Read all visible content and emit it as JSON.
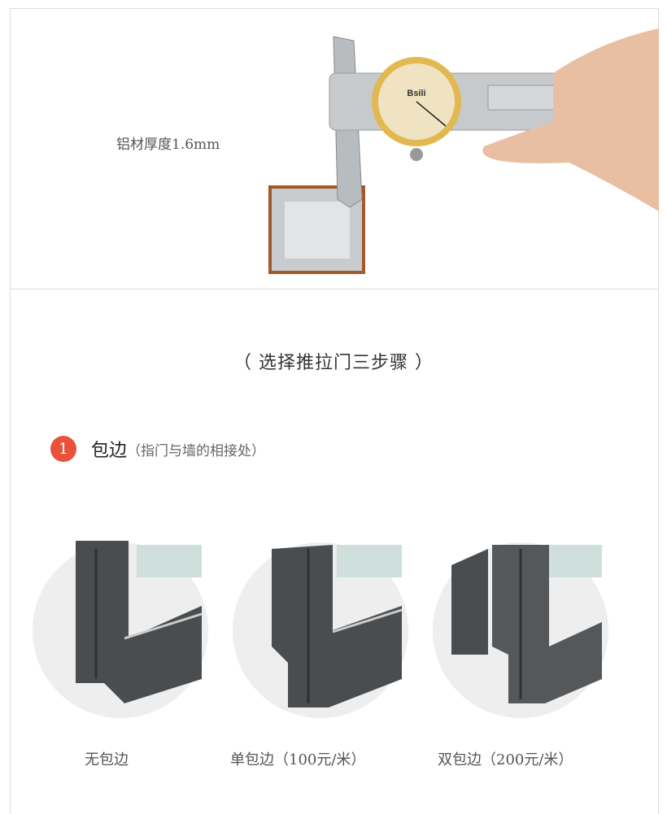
{
  "thickness_caption": "铝材厚度1.6mm",
  "caliper_brand": "Bsili",
  "steps_title": "（ 选择推拉门三步骤 ）",
  "step": {
    "number": "1",
    "label": "包边",
    "note": "（指门与墙的相接处）"
  },
  "options": [
    {
      "label": "无包边"
    },
    {
      "label": "单包边（100元/米）"
    },
    {
      "label": "双包边（200元/米）"
    }
  ],
  "colors": {
    "accent": "#e9513a",
    "frame": "#4a4d4f"
  }
}
